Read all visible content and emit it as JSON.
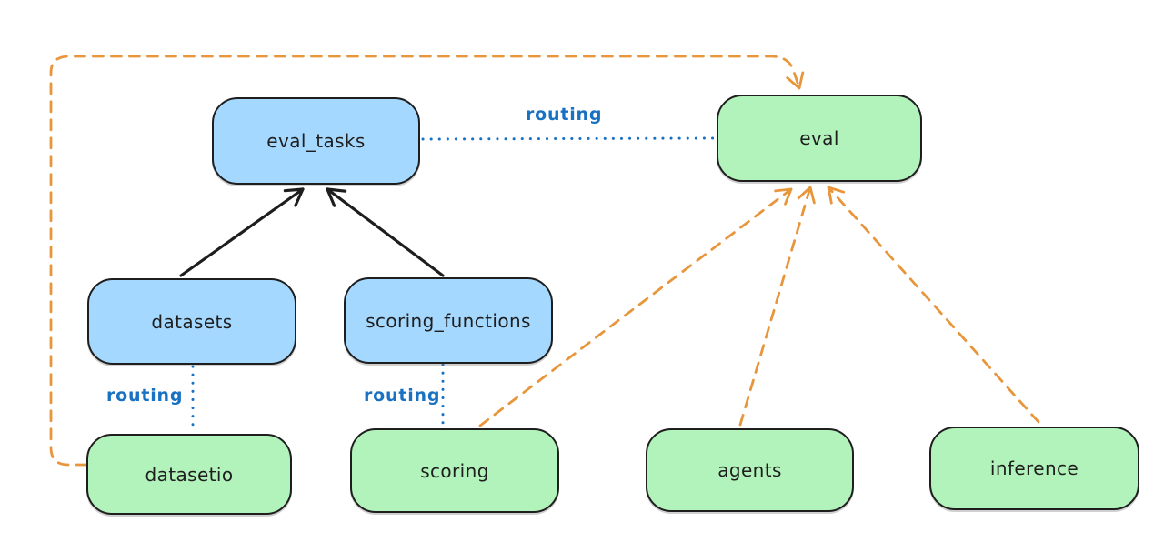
{
  "diagram": {
    "nodes": {
      "eval_tasks": {
        "label": "eval_tasks",
        "color": "blue"
      },
      "eval": {
        "label": "eval",
        "color": "green"
      },
      "datasets": {
        "label": "datasets",
        "color": "blue"
      },
      "scoring_functions": {
        "label": "scoring_functions",
        "color": "blue"
      },
      "datasetio": {
        "label": "datasetio",
        "color": "green"
      },
      "scoring": {
        "label": "scoring",
        "color": "green"
      },
      "agents": {
        "label": "agents",
        "color": "green"
      },
      "inference": {
        "label": "inference",
        "color": "green"
      }
    },
    "edge_labels": {
      "routing_eval_tasks_eval": "routing",
      "routing_datasets_datasetio": "routing",
      "routing_scoring_functions_scoring": "routing"
    },
    "edges": [
      {
        "from": "datasets",
        "to": "eval_tasks",
        "style": "solid-black-arrow"
      },
      {
        "from": "scoring_functions",
        "to": "eval_tasks",
        "style": "solid-black-arrow"
      },
      {
        "from": "eval_tasks",
        "to": "eval",
        "style": "dotted-blue",
        "label": "routing"
      },
      {
        "from": "datasets",
        "to": "datasetio",
        "style": "dotted-blue",
        "label": "routing"
      },
      {
        "from": "scoring_functions",
        "to": "scoring",
        "style": "dotted-blue",
        "label": "routing"
      },
      {
        "from": "datasetio",
        "to": "eval",
        "style": "dashed-orange-arrow"
      },
      {
        "from": "scoring",
        "to": "eval",
        "style": "dashed-orange-arrow"
      },
      {
        "from": "agents",
        "to": "eval",
        "style": "dashed-orange-arrow"
      },
      {
        "from": "inference",
        "to": "eval",
        "style": "dashed-orange-arrow"
      }
    ],
    "colors": {
      "node_fill_blue": "#a5d8ff",
      "node_fill_green": "#b2f2bb",
      "node_stroke": "#1e1e1e",
      "arrow_black": "#1e1e1e",
      "arrow_orange": "#e8963c",
      "line_blue": "#1971c2",
      "background": "#ffffff"
    }
  }
}
